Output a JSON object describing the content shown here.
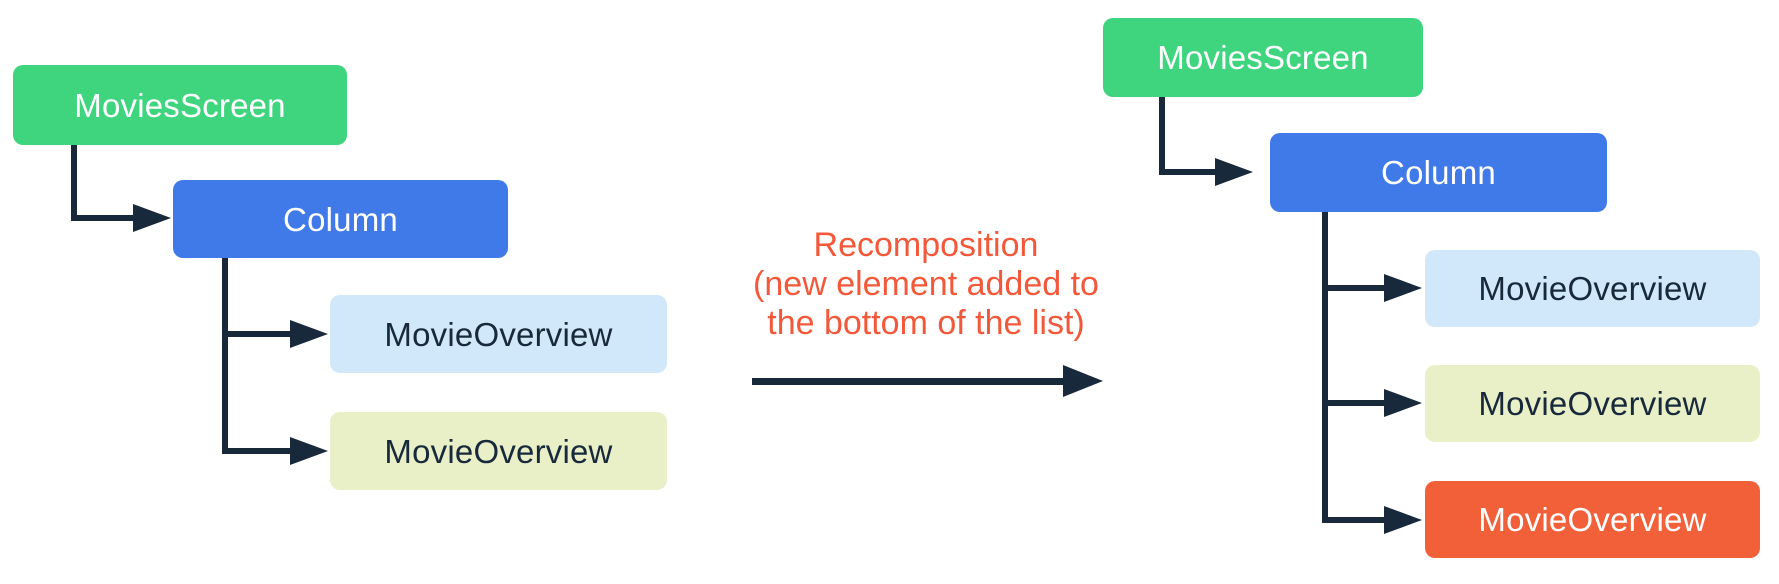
{
  "trees": {
    "before": {
      "nodes": [
        {
          "label": "MoviesScreen",
          "color": "green"
        },
        {
          "label": "Column",
          "color": "blue"
        },
        {
          "label": "MovieOverview",
          "color": "light_blue"
        },
        {
          "label": "MovieOverview",
          "color": "light_yellow"
        }
      ]
    },
    "after": {
      "nodes": [
        {
          "label": "MoviesScreen",
          "color": "green"
        },
        {
          "label": "Column",
          "color": "blue"
        },
        {
          "label": "MovieOverview",
          "color": "light_blue"
        },
        {
          "label": "MovieOverview",
          "color": "light_yellow"
        },
        {
          "label": "MovieOverview",
          "color": "orange"
        }
      ]
    }
  },
  "annotation": {
    "lines": [
      "Recomposition",
      "(new element added to",
      "the bottom of the list)"
    ]
  },
  "colors": {
    "green": "#3FD57E",
    "blue": "#407AE8",
    "light_blue": "#D1E8FA",
    "light_yellow": "#E9F0C8",
    "orange": "#F2603A",
    "connector": "#17293A",
    "annotation_text": "#F4583A"
  }
}
